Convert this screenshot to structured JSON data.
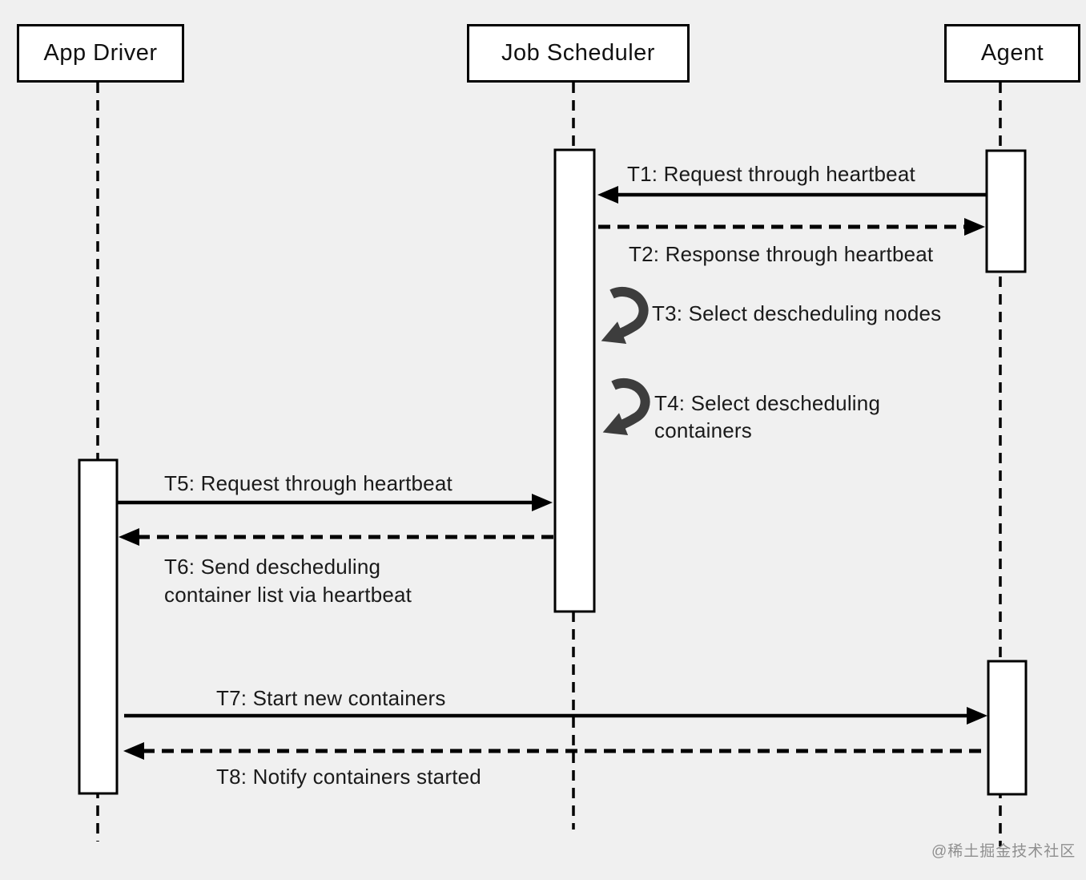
{
  "diagram_type": "uml-sequence-diagram",
  "participants": [
    {
      "id": "app-driver",
      "label": "App Driver"
    },
    {
      "id": "job-scheduler",
      "label": "Job Scheduler"
    },
    {
      "id": "agent",
      "label": "Agent"
    }
  ],
  "messages": [
    {
      "id": "T1",
      "label": "T1: Request through heartbeat",
      "from": "agent",
      "to": "job-scheduler",
      "line": "solid"
    },
    {
      "id": "T2",
      "label": "T2: Response through heartbeat",
      "from": "job-scheduler",
      "to": "agent",
      "line": "dashed"
    },
    {
      "id": "T3",
      "label": "T3: Select descheduling nodes",
      "from": "job-scheduler",
      "to": "job-scheduler",
      "line": "self-loop"
    },
    {
      "id": "T4",
      "label": "T4: Select descheduling\ncontainers",
      "from": "job-scheduler",
      "to": "job-scheduler",
      "line": "self-loop"
    },
    {
      "id": "T5",
      "label": "T5: Request through heartbeat",
      "from": "app-driver",
      "to": "job-scheduler",
      "line": "solid"
    },
    {
      "id": "T6",
      "label": "T6: Send descheduling\ncontainer list via heartbeat",
      "from": "job-scheduler",
      "to": "app-driver",
      "line": "dashed"
    },
    {
      "id": "T7",
      "label": "T7: Start new containers",
      "from": "app-driver",
      "to": "agent",
      "line": "solid"
    },
    {
      "id": "T8",
      "label": "T8: Notify containers started",
      "from": "agent",
      "to": "app-driver",
      "line": "dashed"
    }
  ],
  "watermark": "@稀土掘金技术社区",
  "colors": {
    "background": "#f0f0f0",
    "box_fill": "#ffffff",
    "line": "#000000",
    "text": "#1a1a1a",
    "self_loop_arrow": "#3d3d3d",
    "watermark": "#8f8f8f"
  }
}
